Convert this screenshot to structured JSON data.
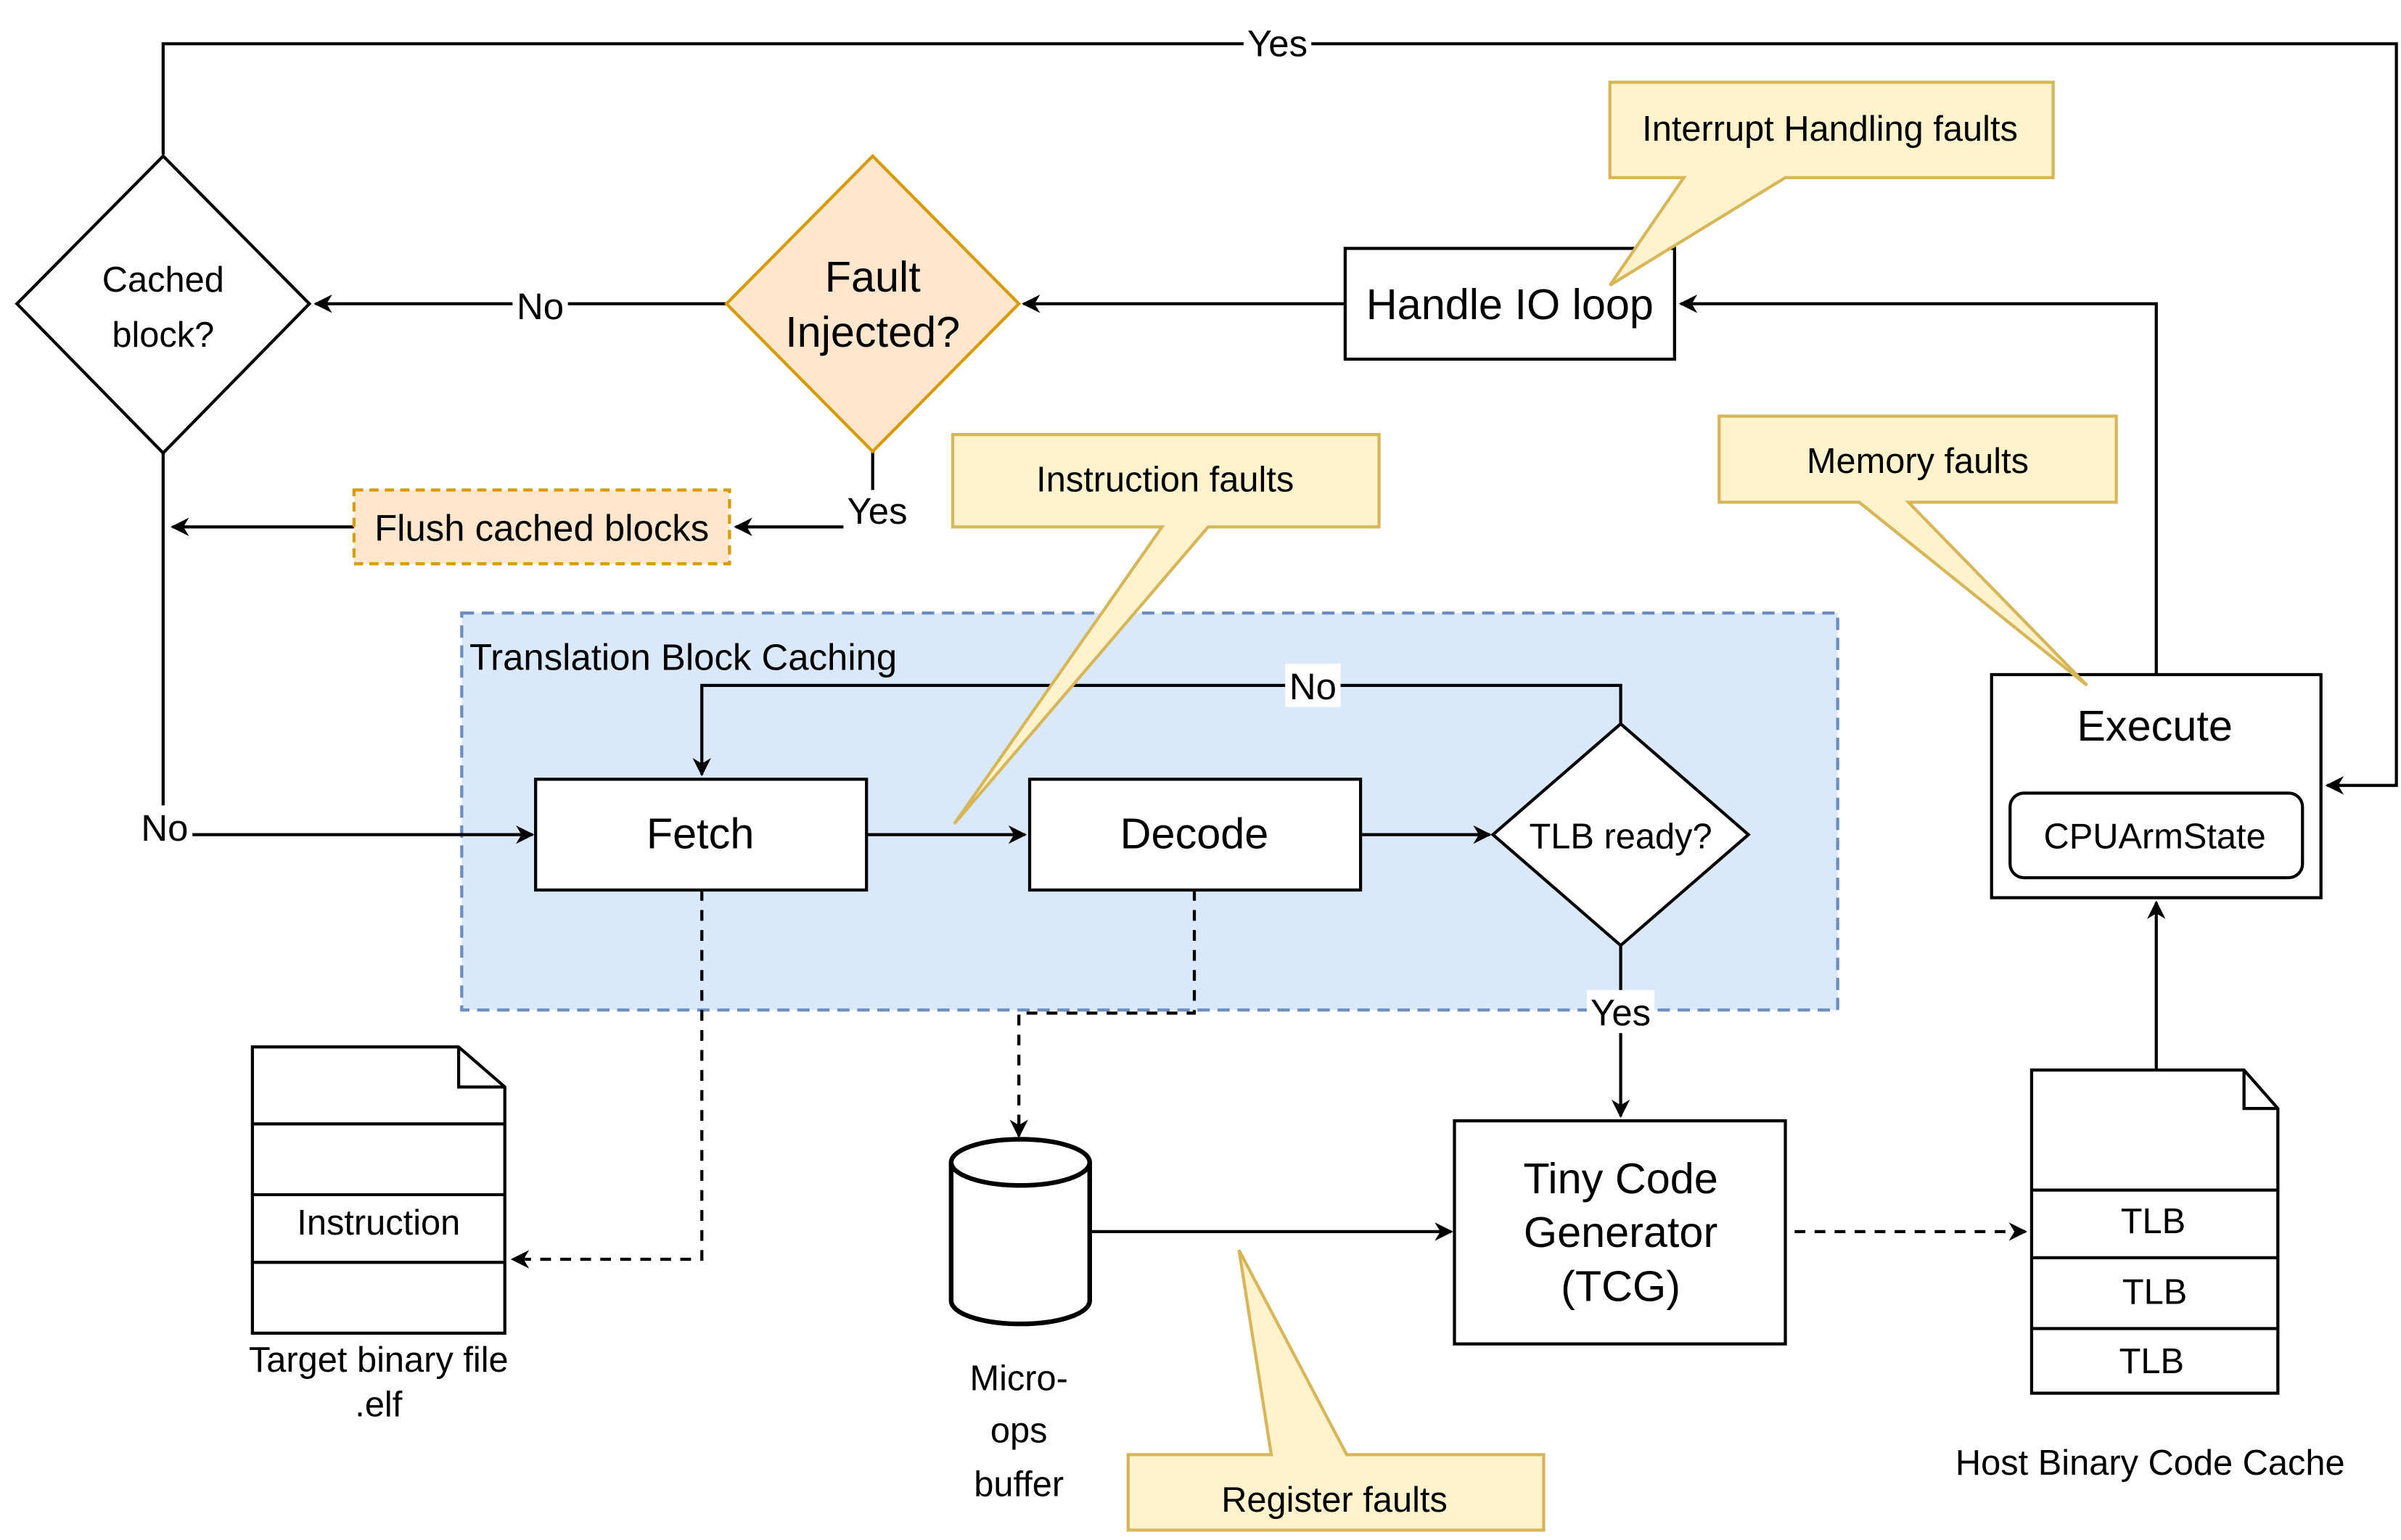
{
  "colors": {
    "stroke": "#000000",
    "fault_fill": "#ffe6cc",
    "fault_stroke": "#d79b00",
    "callout_fill": "#fff2cc",
    "callout_stroke": "#d6b656",
    "group_fill": "#dae8fc",
    "group_stroke": "#6c8ebf"
  },
  "nodes": {
    "cached_block_line1": "Cached",
    "cached_block_line2": "block?",
    "fault_injected_line1": "Fault",
    "fault_injected_line2": "Injected?",
    "handle_io_loop": "Handle IO loop",
    "flush_cached_blocks": "Flush cached blocks",
    "group_title": "Translation Block Caching",
    "fetch": "Fetch",
    "decode": "Decode",
    "tlb_ready": "TLB ready?",
    "execute": "Execute",
    "cpu_arm_state": "CPUArmState",
    "tcg_line1": "Tiny Code",
    "tcg_line2": "Generator",
    "tcg_line3": "(TCG)",
    "binary_instruction": "Instruction",
    "binary_label_line1": "Target binary file",
    "binary_label_line2": ".elf",
    "microops_line1": "Micro-",
    "microops_line2": "ops",
    "microops_line3": "buffer",
    "tlb_entries": [
      "TLB",
      "TLB",
      "TLB"
    ],
    "host_cache_label": "Host Binary Code Cache"
  },
  "edges": {
    "top_yes": "Yes",
    "fault_no": "No",
    "fault_yes": "Yes",
    "tlb_no": "No",
    "cached_no": "No",
    "tlb_yes": "Yes"
  },
  "callouts": {
    "interrupt": "Interrupt Handling faults",
    "instruction": "Instruction faults",
    "memory": "Memory faults",
    "register": "Register faults"
  }
}
